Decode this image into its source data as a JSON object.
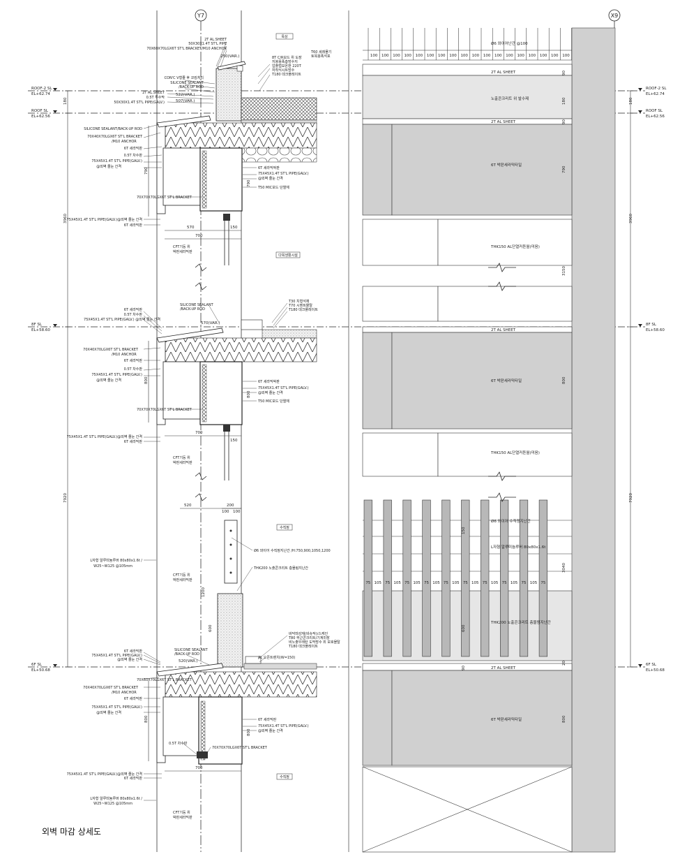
{
  "caption": "외벽 마감 상세도",
  "grid": {
    "left": "Y7",
    "right": "X9"
  },
  "levels": [
    {
      "name": "ROOF-2 SL",
      "el": "EL+62.74"
    },
    {
      "name": "ROOF SL",
      "el": "EL+62.56"
    },
    {
      "name": "8F SL",
      "el": "EL+58.60"
    },
    {
      "name": "6F SL",
      "el": "EL+50.68"
    }
  ],
  "dims": {
    "d180": "180",
    "d3960": "3960",
    "d7920": "7920",
    "d790": "790",
    "d800": "800",
    "d800b": "800",
    "d570": "570",
    "d700": "700",
    "d700b": "700",
    "d700c": "700",
    "d150": "150",
    "d150b": "150",
    "d570var": "570(VAR.)",
    "d520": "520",
    "d200": "200",
    "d100a": "100",
    "d100b": "100",
    "d520var": "520(VAR.)",
    "d250var": "250(VAR.)",
    "d522var": "522(VAR.)",
    "d507var": "507(VAR.)",
    "d1200": "1200",
    "d600": "600",
    "d3040": "3040",
    "d3150": "3150",
    "d90": "90",
    "d20": "20"
  },
  "labels": {
    "top1": "2T AL.SHEET",
    "top2": "50X30X1.4T ST'L PIPE",
    "top3": "70X60X70LGX6T ST'L BRACKET/M10 ANCHOR",
    "conc": "CON'C V형줄 후 코킹처리",
    "sil1": "SILICONE SEALANT",
    "sil1b": "/BACK-UP ROD",
    "al2": "2T AL.SHEET",
    "st05": "0.5T 투수막",
    "pipe50": "50X30X1.4T ST'L PIPE(GALV.)",
    "silA": "SILICONE SEALANT/BACK-UP ROD",
    "brA": "70X40X70LGX6T ST'L BRACKET",
    "brA2": "/M10 ANCHOR",
    "c6A": "6T 세라믹판",
    "c05A": "0.5T 차수판",
    "p75A": "75X45X1.4T ST'L PIPE(GALV.)",
    "p75A2": "@외벽 줄눈 간격",
    "br70A": "70X70X70LGX6T ST'L BRACKET",
    "p75B": "75X45X1.4T ST'L PIPE(GALV.)@외벽 줄눈 간격",
    "c6B": "6T 세라믹판",
    "cftA": "CFT기둥 위",
    "cftA2": "박판세라믹판",
    "rc1": "T60 세레몰기",
    "rc2": "토목용폭석포",
    "rc3": "지붕용폭층방수지",
    "rc4": "압출법보온판 220T",
    "rc5": "자착식시트방수",
    "rc6": "T180 데크플레이트",
    "rc0": "8T C/R보드 위 도장",
    "roofTag": "옥상",
    "r6T": "6T 세라믹박판",
    "r75": "75X45X1.4T ST'L PIPE(GALV.)",
    "r75b": "@외벽 줄눈 간격",
    "rT50": "T50 MIC보드 단열재",
    "tagA": "다목생활시설",
    "sil2": "SILICONE SEALANT",
    "sil2b": "/BACK-UP ROD",
    "c6C": "6T 세라믹판",
    "c05C": "0.5T 차수판",
    "p75C": "75X45X1.4T ST'L PIPE(GALV.) @외벽 줄눈 간격",
    "f1": "T30 치형석재",
    "f2": "T70 시멘트몰탈",
    "f3": "T180 데크플레이트",
    "brB": "70X40X70LGX6T ST'L BRACKET",
    "brB2": "/M10 ANCHOR",
    "c6D": "6T 세라믹판",
    "c05D": "0.5T 차수판",
    "p75D": "75X45X1.4T ST'L PIPE(GALV.)",
    "p75D2": "@외벽 줄눈 간격",
    "br70B": "70X70X70LGX6T ST'L BRACKET",
    "p75E": "75X45X1.4T ST'L PIPE(GALV.)@외벽 줄눈 간격",
    "c6E": "6T 세라믹판",
    "cftB": "CFT기둥 위",
    "cftB2": "박판세라믹판",
    "r6T2": "6T 세라믹박판",
    "r75c": "75X45X1.4T ST'L PIPE(GALV.)",
    "r75d": "@외벽 줄눈 간격",
    "rT50b": "T50 MIC보드 단열재",
    "louv": "L자형 알루미늄루버 80x80x1.6t /",
    "louv2": "W25~W125 @105mm",
    "cftC": "CFT기둥 위",
    "cftC2": "박판세라믹판",
    "tagB": "수직정",
    "ph6": "Ø6 와이어 수직정지난간 /H:750,900,1050,1200",
    "ph200": "THK200 노출콘크리트 층물림지난간",
    "g1": "바닥마감재(비슈작)/스케인",
    "g2": "T80 무근콘크리트/기계미장",
    "g3": "비노출우레탄 도막방수 위 보호몰탈",
    "g4": "T180 데크플레이트",
    "alBlk": "AL 오픈트렌치(W=150)",
    "c6F": "6T 세라믹판",
    "p75F": "75X45X1.4T ST'L PIPE(GALV.)",
    "p75F2": "@외벽 줄눈 간격",
    "silF": "SILICONE SEALANT",
    "silF2": "/BACK-UP ROD",
    "br70C": "70X60X70LGX6T ST'L BRACKET",
    "brC": "70X40X70LGX6T ST'L BRACKET",
    "brC2": "/M10 ANCHOR",
    "c6G": "6T 세라믹판",
    "p75G": "75X45X1.4T ST'L PIPE(GALV.)",
    "p75G2": "@외벽 줄눈 간격",
    "r6T3": "6T 세라믹판",
    "r75e": "75X45X1.4T ST'L PIPE(GALV.)",
    "r75f": "@외벽 줄눈 간격",
    "st05b": "0.5T 차수판",
    "br70D": "70X70X70LGX6T ST'L BRACKET",
    "p75H": "75X45X1.4T ST'L PIPE(GALV.)@외벽 줄눈 간격",
    "c6H": "6T 세라믹판",
    "tagC": "수직정",
    "louvB": "L자형 알루미늄루버 80x80x1.6t /",
    "louvB2": "W25~W125 @105mm",
    "cftD": "CFT기둥 위",
    "cftD2": "박판세라믹판",
    "e1": "Ø6 와이어난간 @100",
    "e2": "2T AL SHEET",
    "e3": "노출콘크리트 위 발수제",
    "e4": "2T AL SHEET",
    "e5": "6T 박판세라믹타일",
    "e6": "THK150 AL단열커튼월(미음)",
    "e7": "2T AL SHEET",
    "e8": "6T 박판세라믹타일",
    "e9": "THK150 AL단열커튼월(미음)",
    "e10": "Ø6 와이어 수직정지난간",
    "e11": "L자형 알루미늄루버 80x80x1.6t",
    "e12": "THK200 노출콘크리트 층물림지난간",
    "e13": "2T AL SHEET",
    "e14": "6T 박판세라믹타일"
  },
  "railing_modules": [
    "100",
    "100",
    "100",
    "100",
    "100",
    "100",
    "100",
    "100",
    "100",
    "100",
    "100",
    "100",
    "100",
    "100",
    "100",
    "100",
    "100",
    "100"
  ],
  "louver_modules": [
    "75",
    "105",
    "75",
    "105",
    "75",
    "105",
    "75",
    "105",
    "75",
    "105",
    "75",
    "105",
    "75",
    "105",
    "75",
    "105",
    "75",
    "105",
    "75"
  ]
}
